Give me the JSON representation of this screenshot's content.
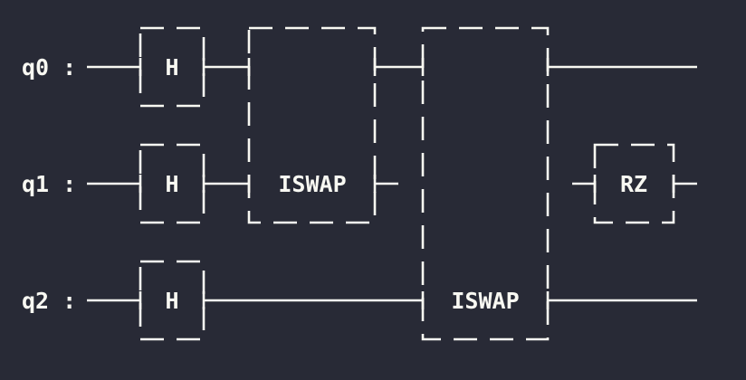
{
  "colors": {
    "background": "#282a36",
    "foreground": "#f8f8f2"
  },
  "qubits": [
    {
      "id": "q0",
      "label": "q0 :"
    },
    {
      "id": "q1",
      "label": "q1 :"
    },
    {
      "id": "q2",
      "label": "q2 :"
    }
  ],
  "gates": [
    {
      "name": "H",
      "qubits": [
        "q0"
      ],
      "moment": 1
    },
    {
      "name": "H",
      "qubits": [
        "q1"
      ],
      "moment": 1
    },
    {
      "name": "H",
      "qubits": [
        "q2"
      ],
      "moment": 1
    },
    {
      "name": "ISWAP",
      "qubits": [
        "q0",
        "q1"
      ],
      "moment": 2
    },
    {
      "name": "ISWAP",
      "qubits": [
        "q0",
        "q2"
      ],
      "moment": 3
    },
    {
      "name": "RZ",
      "qubits": [
        "q1"
      ],
      "moment": 4
    }
  ]
}
